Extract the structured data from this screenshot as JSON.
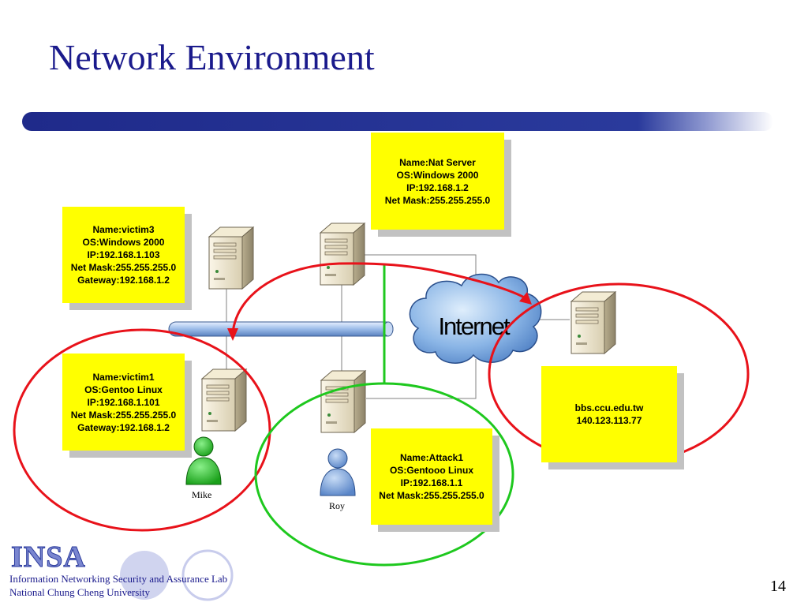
{
  "title": "Network Environment",
  "boxes": {
    "nat": [
      "Name:Nat Server",
      "OS:Windows 2000",
      "IP:192.168.1.2",
      "Net Mask:255.255.255.0"
    ],
    "victim3": [
      "Name:victim3",
      "OS:Windows 2000",
      "IP:192.168.1.103",
      "Net Mask:255.255.255.0",
      "Gateway:192.168.1.2"
    ],
    "victim1": [
      "Name:victim1",
      "OS:Gentoo Linux",
      "IP:192.168.1.101",
      "Net Mask:255.255.255.0",
      "Gateway:192.168.1.2"
    ],
    "attack1": [
      "Name:Attack1",
      "OS:Gentooo Linux",
      "IP:192.168.1.1",
      "Net Mask:255.255.255.0"
    ],
    "bbs": [
      "bbs.ccu.edu.tw",
      "140.123.113.77"
    ]
  },
  "cloud_label": "Internet",
  "people": {
    "mike": "Mike",
    "roy": "Roy"
  },
  "footer": {
    "logo": "INSA",
    "line1": "Information Networking Security and Assurance Lab",
    "line2": "National Chung Cheng University"
  },
  "page_number": "14",
  "colors": {
    "title": "#1a1a8c",
    "box_fill": "#ffff00",
    "red_ellipse": "#e8121a",
    "green_ellipse": "#1ec81e",
    "bus": "#a8c4ec",
    "cloud": "#6f9fd8"
  },
  "icons": [
    "server-icon",
    "person-icon",
    "cloud-icon"
  ]
}
